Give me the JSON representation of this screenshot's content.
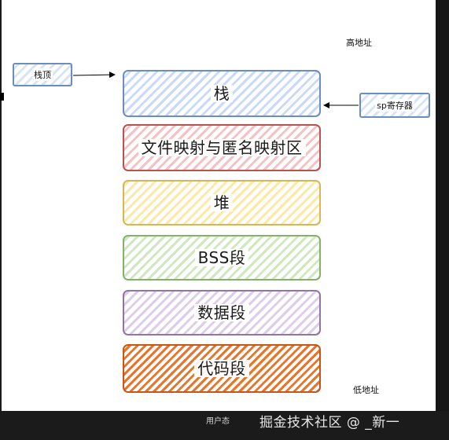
{
  "segments": {
    "stack": "栈",
    "mmap": "文件映射与匿名映射区",
    "heap": "堆",
    "bss": "BSS段",
    "data": "数据段",
    "code": "代码段"
  },
  "callouts": {
    "stack_top": "栈顶",
    "sp_register": "sp寄存器"
  },
  "labels": {
    "high_address": "高地址",
    "low_address": "低地址",
    "user_mode": "用户态"
  },
  "watermark": "掘金技术社区 @ _新一",
  "colors": {
    "stack": "#6c8ebf",
    "mmap": "#b85450",
    "heap": "#d6b656",
    "bss": "#82b366",
    "data": "#9673a6",
    "code": "#c4571a"
  }
}
